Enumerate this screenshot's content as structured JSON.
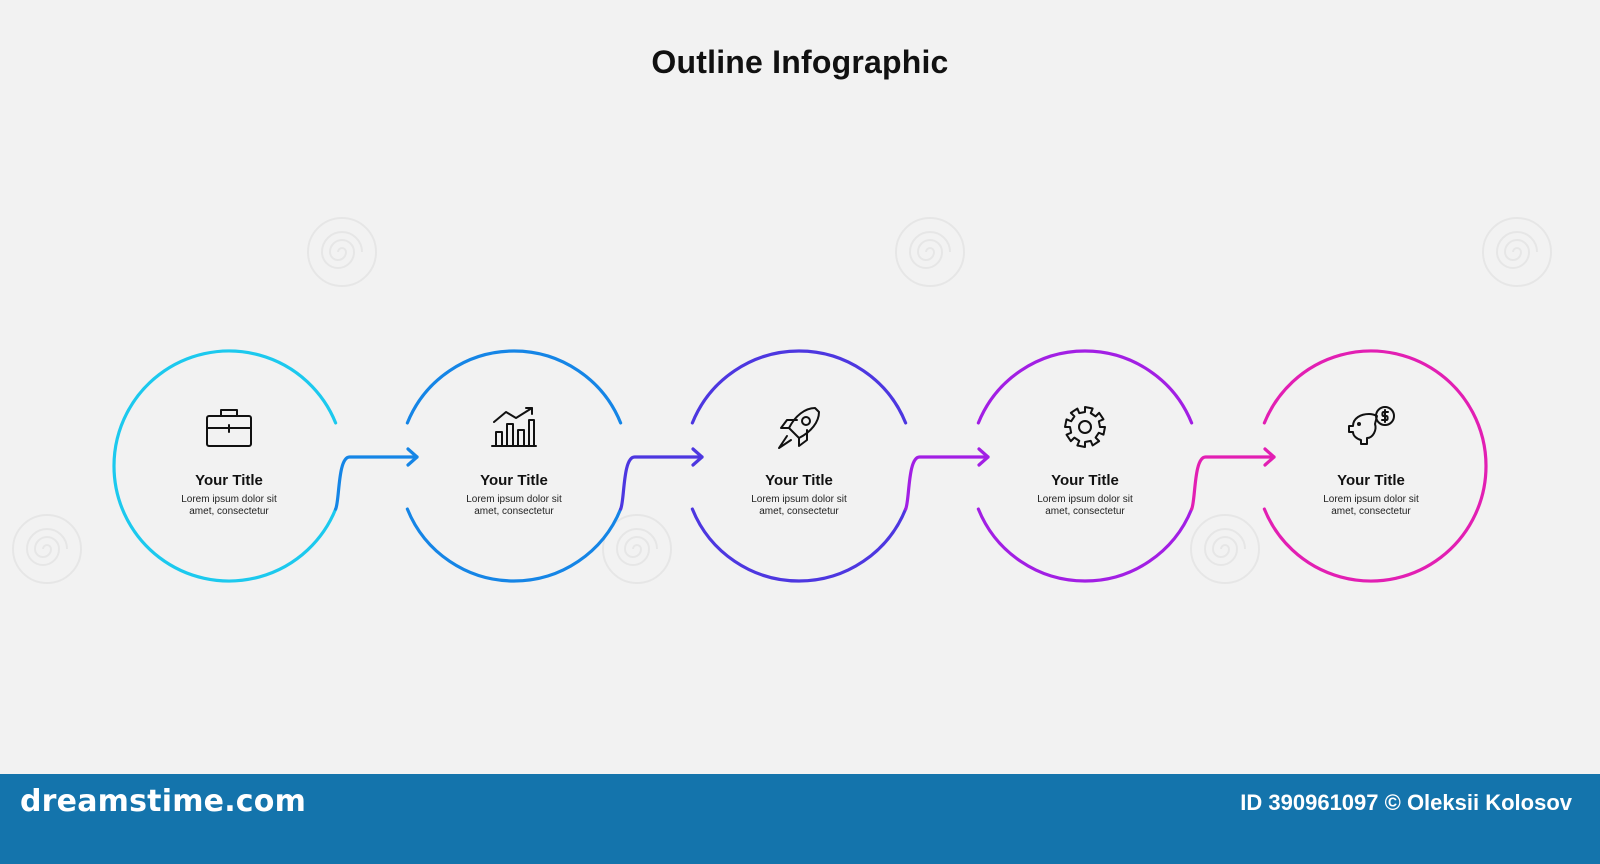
{
  "title": "Outline Infographic",
  "gradient": {
    "start": "#1ed3ef",
    "end": "#e41fb3"
  },
  "steps": [
    {
      "title": "Your Title",
      "desc_line1": "Lorem ipsum dolor sit",
      "desc_line2": "amet, consectetur",
      "icon": "briefcase-icon",
      "color": "#1cc9ee"
    },
    {
      "title": "Your Title",
      "desc_line1": "Lorem ipsum dolor sit",
      "desc_line2": "amet, consectetur",
      "icon": "bar-chart-icon",
      "color": "#1585e6"
    },
    {
      "title": "Your Title",
      "desc_line1": "Lorem ipsum dolor sit",
      "desc_line2": "amet, consectetur",
      "icon": "rocket-icon",
      "color": "#4d37e0"
    },
    {
      "title": "Your Title",
      "desc_line1": "Lorem ipsum dolor sit",
      "desc_line2": "amet, consectetur",
      "icon": "gear-icon",
      "color": "#a21fe4"
    },
    {
      "title": "Your Title",
      "desc_line1": "Lorem ipsum dolor sit",
      "desc_line2": "amet, consectetur",
      "icon": "piggy-bank-icon",
      "color": "#e21fb3"
    }
  ],
  "footer": {
    "logo": "dreamstime.com",
    "credit": "ID 390961097 © Oleksii Kolosov",
    "background": "#1474ac"
  }
}
